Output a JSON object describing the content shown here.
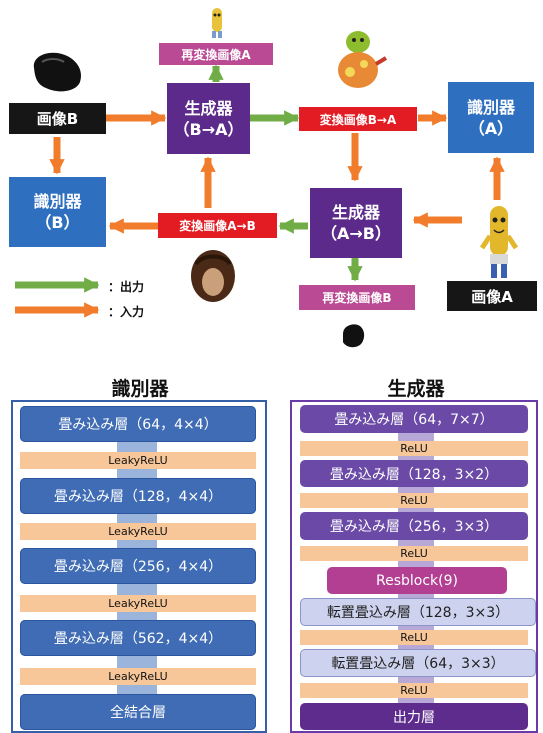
{
  "diagram": {
    "image_b": "画像B",
    "image_a": "画像A",
    "gen_ba": "生成器\n（B→A）",
    "gen_ab": "生成器\n（A→B）",
    "disc_a": "識別器\n（A）",
    "disc_b": "識別器\n（B）",
    "conv_b_to_a": "変換画像B→A",
    "conv_a_to_b": "変換画像A→B",
    "reconv_a": "再変換画像A",
    "reconv_b": "再変換画像B",
    "legend_output": "：出力",
    "legend_input": "：入力",
    "colors": {
      "output_arrow": "#70ad47",
      "input_arrow": "#f07c2c"
    }
  },
  "discriminator": {
    "title": "識別器",
    "layers": [
      "畳み込み層（64，4×4）",
      "畳み込み層（128，4×4）",
      "畳み込み層（256，4×4）",
      "畳み込み層（562，4×4）",
      "全結合層"
    ],
    "activations": [
      "LeakyReLU",
      "LeakyReLU",
      "LeakyReLU",
      "LeakyReLU"
    ]
  },
  "generator": {
    "title": "生成器",
    "layers": [
      "畳み込み層（64，7×7）",
      "畳み込み層（128，3×2）",
      "畳み込み層（256，3×3）",
      "Resblock(9)",
      "転置畳込み層（128，3×3）",
      "転置畳込み層（64，3×3）",
      "出力層"
    ],
    "activations": [
      "ReLU",
      "ReLU",
      "ReLU",
      "ReLU",
      "ReLU"
    ]
  }
}
